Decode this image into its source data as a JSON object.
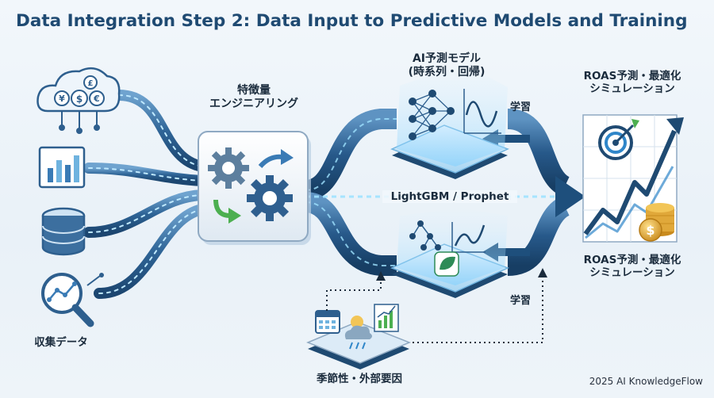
{
  "title": "Data Integration Step 2: Data Input to Predictive Models and Training",
  "sources": {
    "label": "収集データ",
    "items": [
      "cloud-currency",
      "bar-chart",
      "database",
      "magnifier-analytics"
    ],
    "currency_symbols": [
      "¥",
      "$",
      "€",
      "£"
    ]
  },
  "feature_engineering": {
    "line1": "特徴量",
    "line2": "エンジニアリング"
  },
  "ai_model": {
    "line1": "AI予測モデル",
    "line2": "(時系列・回帰)"
  },
  "model_names": "LightGBM / Prophet",
  "training_top": "学習",
  "training_bottom": "学習",
  "output_top": {
    "line1": "ROAS予測・最適化",
    "line2": "シミュレーション"
  },
  "output_bottom": {
    "line1": "ROAS予測・最適化",
    "line2": "シミュレーション"
  },
  "external": {
    "label": "季節性・外部要因"
  },
  "footer": "2025 AI KnowledgeFlow",
  "colors": {
    "navy": "#1f4a72",
    "arrow_dark": "#1e4f7c",
    "arrow_mid": "#3f78a8",
    "glow": "#8fd8ff",
    "accent_blue": "#2f86c9",
    "gold": "#e0a83a"
  }
}
